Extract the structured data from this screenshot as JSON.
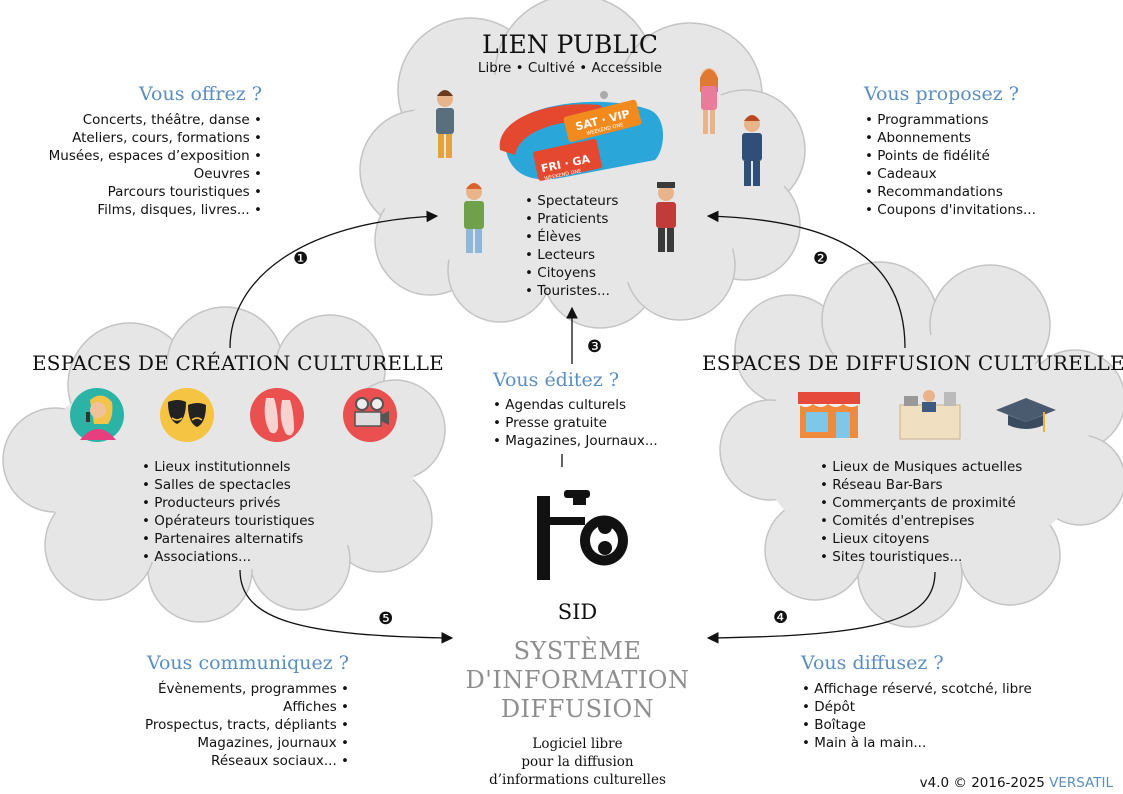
{
  "public": {
    "title": "LIEN PUBLIC",
    "subtitle": "Libre • Cultivé • Accessible",
    "items": [
      "Spectateurs",
      "Praticients",
      "Élèves",
      "Lecteurs",
      "Citoyens",
      "Touristes..."
    ]
  },
  "offer": {
    "heading": "Vous offrez ?",
    "items": [
      "Concerts, théâtre, danse",
      "Ateliers, cours, formations",
      "Musées, espaces d’exposition",
      "Oeuvres",
      "Parcours touristiques",
      "Films, disques, livres..."
    ]
  },
  "propose": {
    "heading": "Vous proposez ?",
    "items": [
      "Programmations",
      "Abonnements",
      "Points de fidélité",
      "Cadeaux",
      "Recommandations",
      "Coupons d'invitations..."
    ]
  },
  "creation": {
    "title": "ESPACES DE CRÉATION CULTURELLE",
    "items": [
      "Lieux institutionnels",
      "Salles de spectacles",
      "Producteurs privés",
      "Opérateurs touristiques",
      "Partenaires alternatifs",
      "Associations..."
    ]
  },
  "diffusion": {
    "title": "ESPACES DE DIFFUSION CULTURELLE",
    "items": [
      "Lieux de Musiques actuelles",
      "Réseau Bar-Bars",
      "Commerçants de proximité",
      "Comités d'entrepises",
      "Lieux citoyens",
      "Sites  touristiques..."
    ]
  },
  "edit": {
    "heading": "Vous éditez ?",
    "items": [
      "Agendas culturels",
      "Presse gratuite",
      "Magazines, Journaux..."
    ]
  },
  "communicate": {
    "heading": "Vous communiquez ?",
    "items": [
      "Évènements, programmes",
      "Affiches",
      "Prospectus, tracts, dépliants",
      "Magazines, journaux",
      "Réseaux sociaux..."
    ]
  },
  "diffuse": {
    "heading": "Vous diffusez ?",
    "items": [
      "Affichage réservé, scotché, libre",
      "Dépôt",
      "Boîtage",
      "Main à la main..."
    ]
  },
  "sid": {
    "logo_label": "SID",
    "name_lines": [
      "SYSTÈME",
      "D'INFORMATION",
      "DIFFUSION"
    ],
    "desc_lines": [
      "Logiciel libre",
      "pour la diffusion",
      "d’informations culturelles"
    ]
  },
  "wristbands": {
    "band1": "FRI · GA",
    "band1_sub": "WEEKEND ONE",
    "band2": "SAT · VIP",
    "band2_sub": "WEEKEND ONE"
  },
  "steps": [
    "❶",
    "❷",
    "❸",
    "❹",
    "❺"
  ],
  "footer": {
    "version": "v4.0 © 2016-2025",
    "brand": "VERSATIL"
  },
  "colors": {
    "accent_blue": "#5b8dbf",
    "cloud_fill": "#e6e6e6",
    "cloud_stroke": "#c4c4c4",
    "grey_text": "#8e8e8e"
  }
}
